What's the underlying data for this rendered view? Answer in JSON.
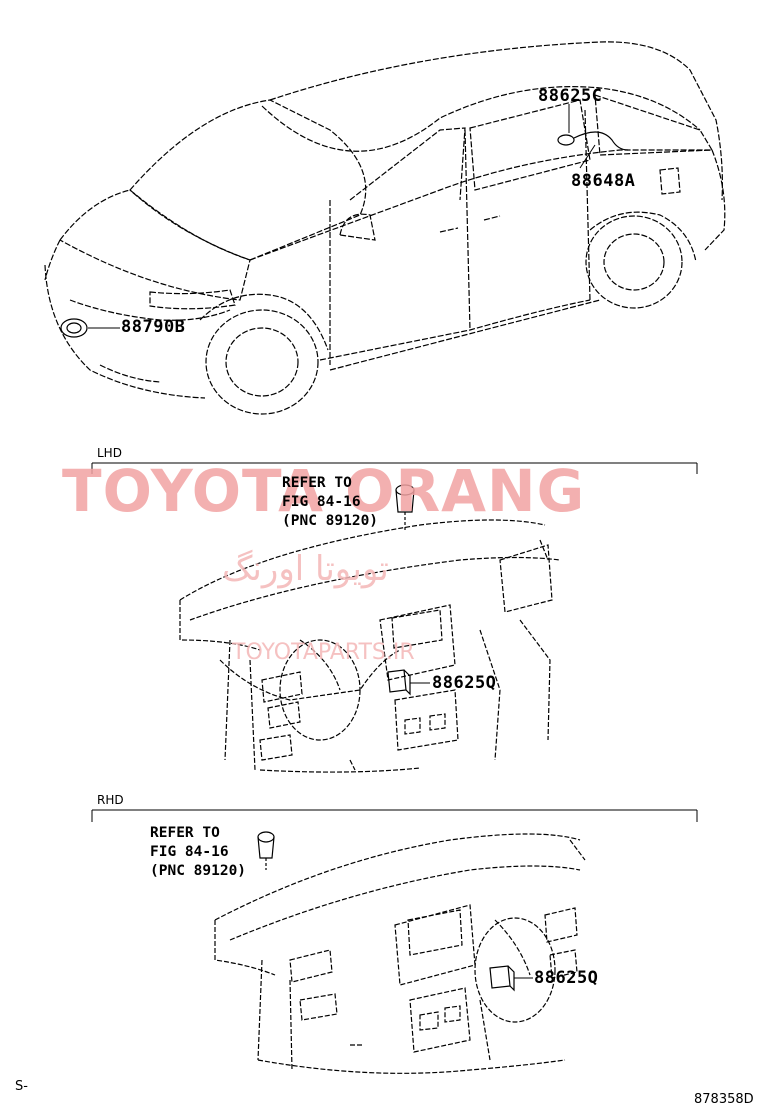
{
  "watermark": {
    "brand": "TOYOTA ORANG",
    "persian": "تویوتا اورنگ",
    "url": "TOYOTAPARTS.IR"
  },
  "parts": {
    "p88625C": "88625C",
    "p88648A": "88648A",
    "p88790B": "88790B",
    "p88625Q_lhd": "88625Q",
    "p88625Q_rhd": "88625Q"
  },
  "sections": {
    "lhd": "LHD",
    "rhd": "RHD"
  },
  "refer_lhd": {
    "line1": "REFER TO",
    "line2": "FIG 84-16",
    "line3": "(PNC 89120)"
  },
  "refer_rhd": {
    "line1": "REFER TO",
    "line2": "FIG 84-16",
    "line3": "(PNC 89120)"
  },
  "footer": {
    "left": "S-",
    "right": "878358D"
  }
}
